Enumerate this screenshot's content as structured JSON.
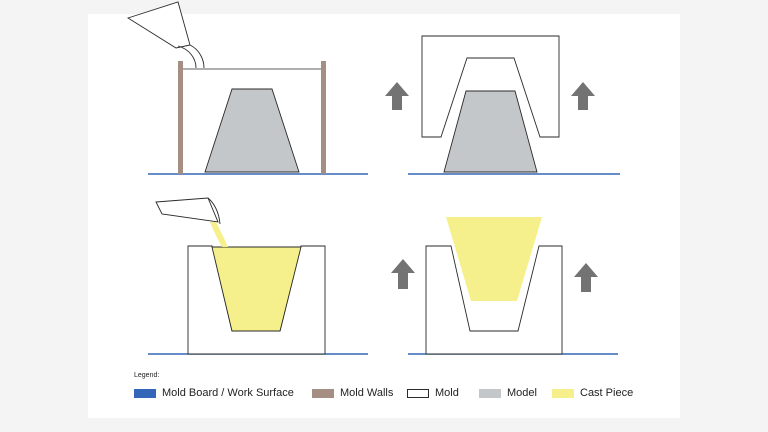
{
  "colors": {
    "mold_board": "#3567b8",
    "mold_walls": "#a58f84",
    "mold_fill": "#ffffff",
    "outline": "#2a2a2a",
    "model": "#c4c7ca",
    "cast_piece": "#f6f08c",
    "arrow": "#737373",
    "background": "#f4f4f4",
    "card": "#ffffff"
  },
  "legend": {
    "title": "Legend:",
    "items": [
      {
        "label": "Mold  Board / Work Surface",
        "swatch": "mold_board"
      },
      {
        "label": "Mold Walls",
        "swatch": "mold_walls"
      },
      {
        "label": "Mold",
        "swatch": "mold_fill"
      },
      {
        "label": "Model",
        "swatch": "model"
      },
      {
        "label": "Cast Piece",
        "swatch": "cast_piece"
      }
    ]
  },
  "icons": [
    "pour-container-icon",
    "up-arrow-icon"
  ]
}
